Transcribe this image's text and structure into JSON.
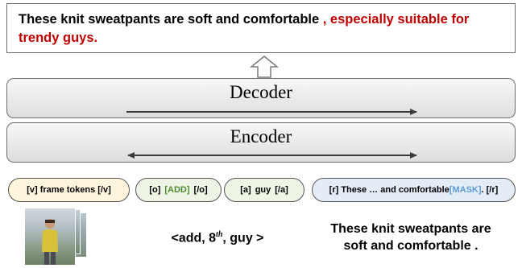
{
  "output": {
    "part1": "These knit sweatpants are soft and comfortable ",
    "part2": ", especially suitable for trendy guys."
  },
  "decoder": {
    "label": "Decoder"
  },
  "encoder": {
    "label": "Encoder"
  },
  "tokens": {
    "v": "[v] frame tokens [/v]",
    "o_open": "[o]",
    "o_add": "[ADD]",
    "o_close": "[/o]",
    "a_open": "[a]",
    "a_word": "guy",
    "a_close": "[/a]",
    "r_text": "[r] These … and comfortable ",
    "r_mask": "[MASK]",
    "r_close": ". [/r]"
  },
  "bottom": {
    "add_prefix": "<add, 8",
    "add_sup": "th",
    "add_suffix": ", guy >",
    "sentence_line1": "These knit sweatpants are",
    "sentence_line2": "soft and comfortable ."
  },
  "colors": {
    "red_text": "#c00000",
    "green_text": "#4f8b2e",
    "blue_text": "#5b9bd5",
    "v_token_fill": "#fdf5dc",
    "oa_token_fill": "#eef4e6",
    "r_token_fill": "#e4ecf6"
  }
}
